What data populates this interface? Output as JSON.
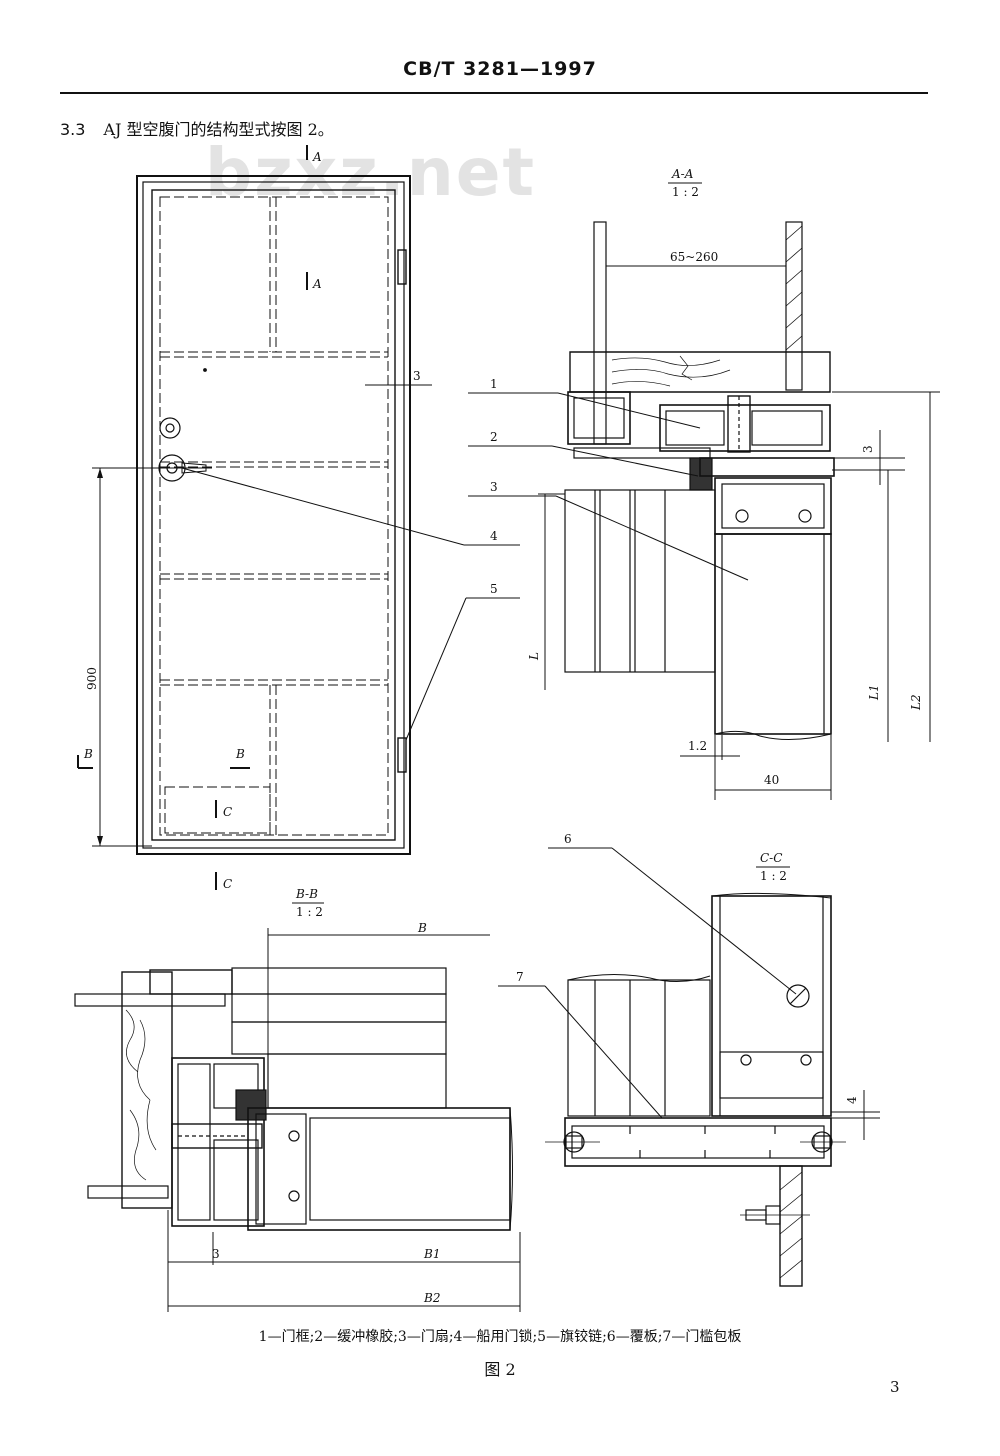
{
  "header": {
    "standard_no": "CB/T 3281—1997"
  },
  "section": {
    "number": "3.3",
    "text": "AJ 型空腹门的结构型式按图 2。"
  },
  "watermark": "bzxz.net",
  "door_view": {
    "labels": {
      "a_top": "A",
      "a_mid": "A",
      "b_left": "B",
      "b_mid": "B",
      "c_mid": "C",
      "c_bottom": "C",
      "dim_900": "900"
    }
  },
  "section_aa": {
    "title": "A-A",
    "scale": "1 : 2",
    "dims": {
      "gap": "65~260",
      "three": "3",
      "l": "L",
      "l1": "L1",
      "l2": "L2",
      "t12": "1.2",
      "w40": "40"
    }
  },
  "section_bb": {
    "title": "B-B",
    "scale": "1 : 2",
    "dims": {
      "b": "B",
      "three": "3",
      "b1": "B1",
      "b2": "B2"
    }
  },
  "section_cc": {
    "title": "C-C",
    "scale": "1 : 2",
    "dims": {
      "four": "4"
    }
  },
  "callouts": [
    "1",
    "2",
    "3",
    "4",
    "5",
    "6",
    "7"
  ],
  "legend": "1—门框;2—缓冲橡胶;3—门扇;4—船用门锁;5—旗铰链;6—覆板;7—门槛包板",
  "figure_caption": "图 2",
  "page_number": "3"
}
